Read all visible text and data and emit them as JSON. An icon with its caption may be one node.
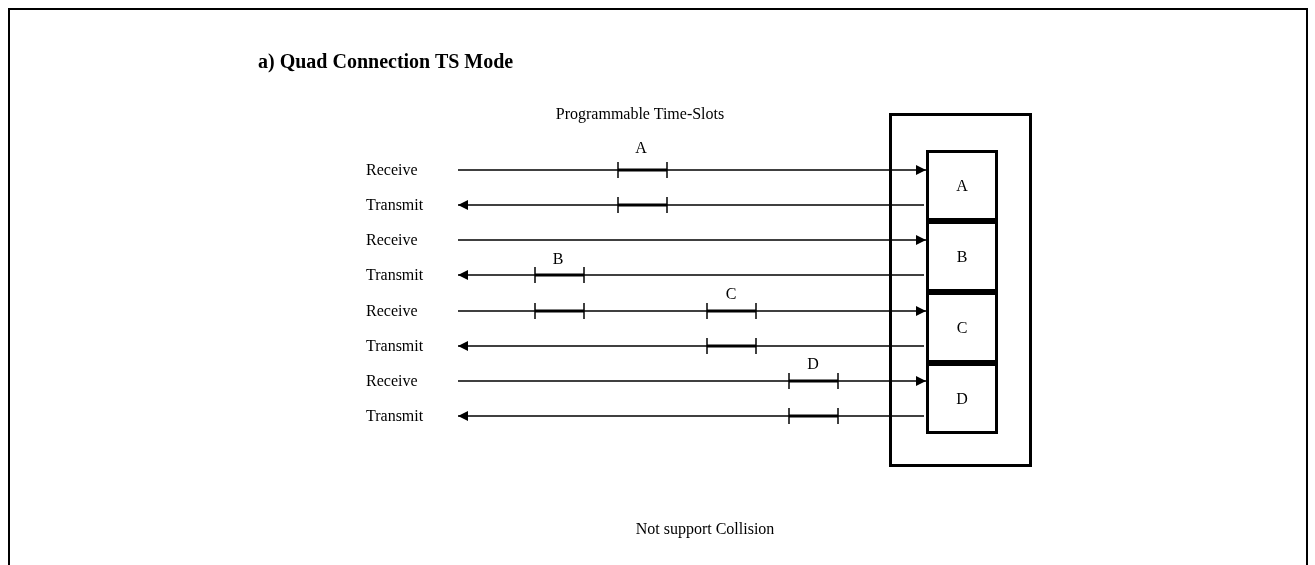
{
  "diagram": {
    "title": "a) Quad Connection TS Mode",
    "nodes": [
      {
        "text": [],
        "shape": "box"
      },
      {
        "text": [
          "A"
        ],
        "in": 0
      },
      {
        "text": [
          "B"
        ],
        "in": 0
      },
      {
        "text": [
          "C"
        ],
        "in": 0
      },
      {
        "text": [
          "D"
        ],
        "in": 0
      },
      {
        "text": [
          "Receive"
        ]
      },
      {
        "text": [
          "Transmit"
        ]
      },
      {
        "text": [
          "Receive"
        ]
      },
      {
        "text": [
          "Transmit"
        ]
      },
      {
        "text": [
          "Receive"
        ]
      },
      {
        "text": [
          "Transmit"
        ]
      },
      {
        "text": [
          "Receive"
        ]
      },
      {
        "text": [
          "Transmit"
        ]
      }
    ],
    "edges": [
      {
        "from": 5,
        "to": 1,
        "arrow": "to"
      },
      {
        "from": 1,
        "to": 6,
        "arrow": "to"
      },
      {
        "from": 7,
        "to": 2,
        "arrow": "to"
      },
      {
        "from": 2,
        "to": 8,
        "arrow": "to"
      },
      {
        "from": 9,
        "to": 3,
        "arrow": "to"
      },
      {
        "from": 3,
        "to": 10,
        "arrow": "to"
      },
      {
        "from": 11,
        "to": 4,
        "arrow": "to"
      },
      {
        "from": 4,
        "to": 12,
        "arrow": "to"
      }
    ],
    "labels": [
      "Programmable Time-Slots",
      "A",
      "B",
      "C",
      "D",
      "Not support Collision"
    ]
  }
}
